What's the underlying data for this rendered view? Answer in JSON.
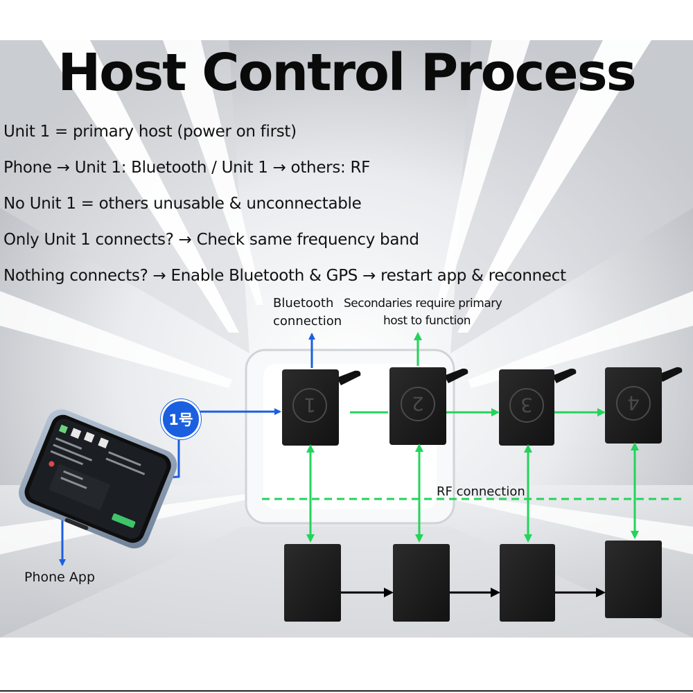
{
  "title": "Host Control Process",
  "rules": [
    "Unit 1 = primary host (power on first)",
    "Phone → Unit 1: Bluetooth / Unit 1 → others: RF",
    "No Unit 1 = others unusable & unconnectable",
    "Only Unit 1 connects? → Check same frequency band",
    "Nothing connects? → Enable Bluetooth & GPS → restart app & reconnect"
  ],
  "labels": {
    "bluetooth_line1": "Bluetooth",
    "bluetooth_line2": "connection",
    "secondaries_line1": "Secondaries require primary",
    "secondaries_line2": "host to function",
    "rf_connection": "RF connection",
    "phone_app": "Phone App",
    "unit_badge": "1号"
  },
  "hosts": [
    {
      "number": "1"
    },
    {
      "number": "2"
    },
    {
      "number": "3"
    },
    {
      "number": "4"
    }
  ],
  "colors": {
    "blue_arrow": "#1a5fe0",
    "green_arrow": "#22d45a",
    "device_body": "#1c1c1c",
    "black_arrow": "#000000"
  }
}
